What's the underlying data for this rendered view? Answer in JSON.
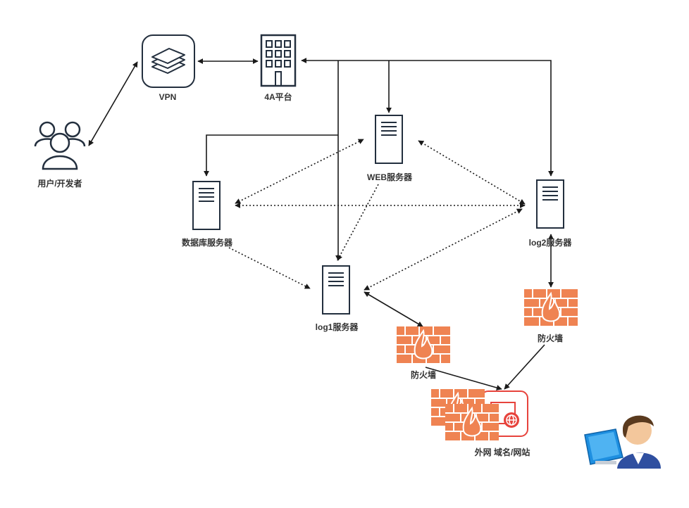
{
  "labels": {
    "vpn": "VPN",
    "platform_4a": "4A平台",
    "users": "用户/开发者",
    "web_server": "WEB服务器",
    "db_server": "数据库服务器",
    "log1_server": "log1服务器",
    "log2_server": "log2服务器",
    "firewall_left": "防火墙",
    "firewall_right": "防火墙",
    "external": "外网 域名/网站"
  },
  "colors": {
    "stroke": "#232f3e",
    "firewall": "#ef8352",
    "firewall_flame": "#f7a47a",
    "internet": "#e7433c",
    "monitor": "#1e8fe0",
    "admin_shirt": "#2f4fa0",
    "admin_hair": "#5a3a1e",
    "admin_skin": "#f3c79c"
  },
  "icons": {
    "vpn": "vpn-gateway-icon",
    "platform_4a": "building-icon",
    "users": "users-group-icon",
    "server": "server-icon",
    "firewall": "firewall-icon",
    "internet": "internet-site-icon",
    "admin": "admin-workstation-icon"
  }
}
